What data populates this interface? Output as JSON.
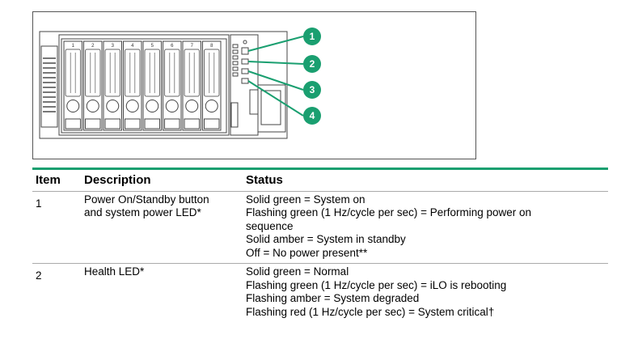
{
  "figure": {
    "bay_labels": [
      "1",
      "2",
      "3",
      "4",
      "5",
      "6",
      "7",
      "8"
    ],
    "callouts": [
      "1",
      "2",
      "3",
      "4"
    ]
  },
  "table": {
    "headers": {
      "item": "Item",
      "description": "Description",
      "status": "Status"
    },
    "rows": [
      {
        "item": "1",
        "description": [
          "Power On/Standby button",
          "and system power LED*"
        ],
        "status": [
          "Solid green = System on",
          "Flashing green (1 Hz/cycle per sec) = Performing power on",
          "sequence",
          "Solid amber = System in standby",
          "Off = No power present**"
        ]
      },
      {
        "item": "2",
        "description": [
          "Health LED*"
        ],
        "status": [
          "Solid green = Normal",
          "Flashing green (1 Hz/cycle per sec) = iLO is rebooting",
          "Flashing amber = System degraded",
          "Flashing red (1 Hz/cycle per sec) = System critical†"
        ]
      }
    ]
  },
  "colors": {
    "accent": "#1a9f70",
    "line": "#555555"
  }
}
